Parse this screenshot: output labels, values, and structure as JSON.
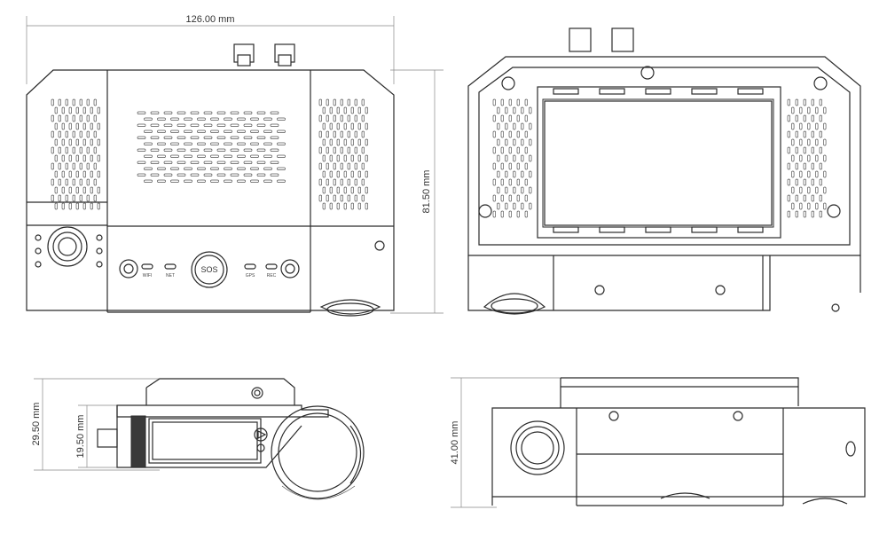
{
  "dimensions": {
    "width": "126.00 mm",
    "height_front": "81.50 mm",
    "side_total": "29.50 mm",
    "side_body": "19.50 mm",
    "rear_height": "41.00 mm"
  },
  "front_panel": {
    "sos_label": "SOS",
    "wifi_label": "WIFI",
    "net_label": "NET",
    "gps_label": "GPS",
    "rec_label": "REC"
  }
}
